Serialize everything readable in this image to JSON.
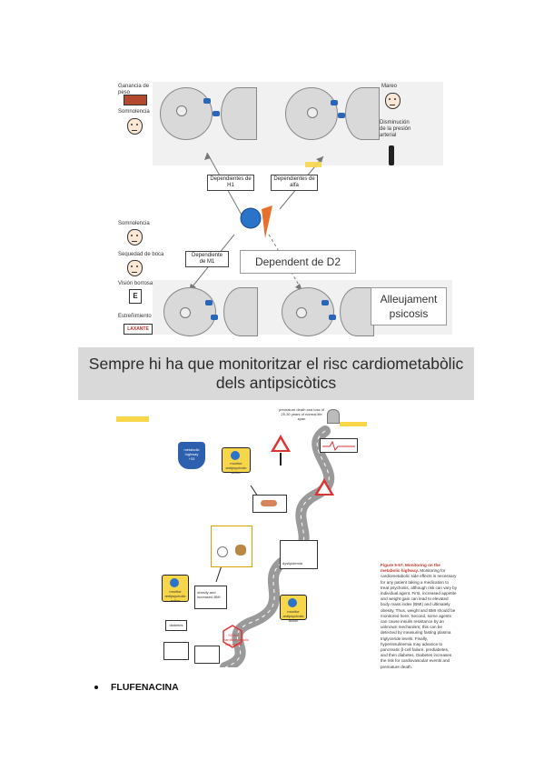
{
  "figure1": {
    "side_effects_top_left": [
      "Ganancia de peso",
      "Somnolencia"
    ],
    "side_effects_top_right": [
      "Mareo",
      "Disminución de la presión arterial"
    ],
    "side_effects_bottom_left": [
      "Somnolencia",
      "Sequedad de boca",
      "Visión borrosa",
      "Estreñimiento"
    ],
    "laxative_label": "LAXANTE",
    "eye_chart_text": "E",
    "receptor_labels": {
      "h1": "Dependientes de H1",
      "alpha": "Dependientes de alfa",
      "m1": "Dependiente de M1"
    },
    "d2_label": "Dependent de D2",
    "relief_label": "Alleujament psicosis"
  },
  "banner": {
    "text": "Sempre hi ha que monitoritzar el risc cardiometabòlic dels antipsicòtics"
  },
  "figure2": {
    "highway_sign": "metabolic highway",
    "highway_sign_sub": "+33",
    "top_note": "premature death and loss of 25-30 years of normal life span",
    "monitor_labels": [
      "monitor antipsychotic action",
      "monitor antipsychotic action",
      "monitor antipsychotic action"
    ],
    "dyslipidemia_label": "dyslipidemia",
    "diabetes_label": "diabetes",
    "obesity_label": "obesity and increased BMI",
    "caption_title": "Figure 5-57. Monitoring on the metabolic highway.",
    "caption_body": "Monitoring for cardiometabolic side effects is necessary for any patient taking a medication to treat psychosis, although risk can vary by individual agent. First, increased appetite and weight gain can lead to elevated body mass index (BMI) and ultimately obesity. Thus, weight and BMI should be monitored here. Second, some agents can cause insulin resistance by an unknown mechanism; this can be detected by measuring fasting plasma triglyceride levels. Finally, hyperinsulinemia may advance to pancreatic β-cell failure, prediabetes, and then diabetes. Diabetes increases the risk for cardiovascular events and premature death.",
    "stop_sign": "SGAs/ cardiometabolic risk ahead"
  },
  "bullet": {
    "text": "FLUFENACINA"
  }
}
